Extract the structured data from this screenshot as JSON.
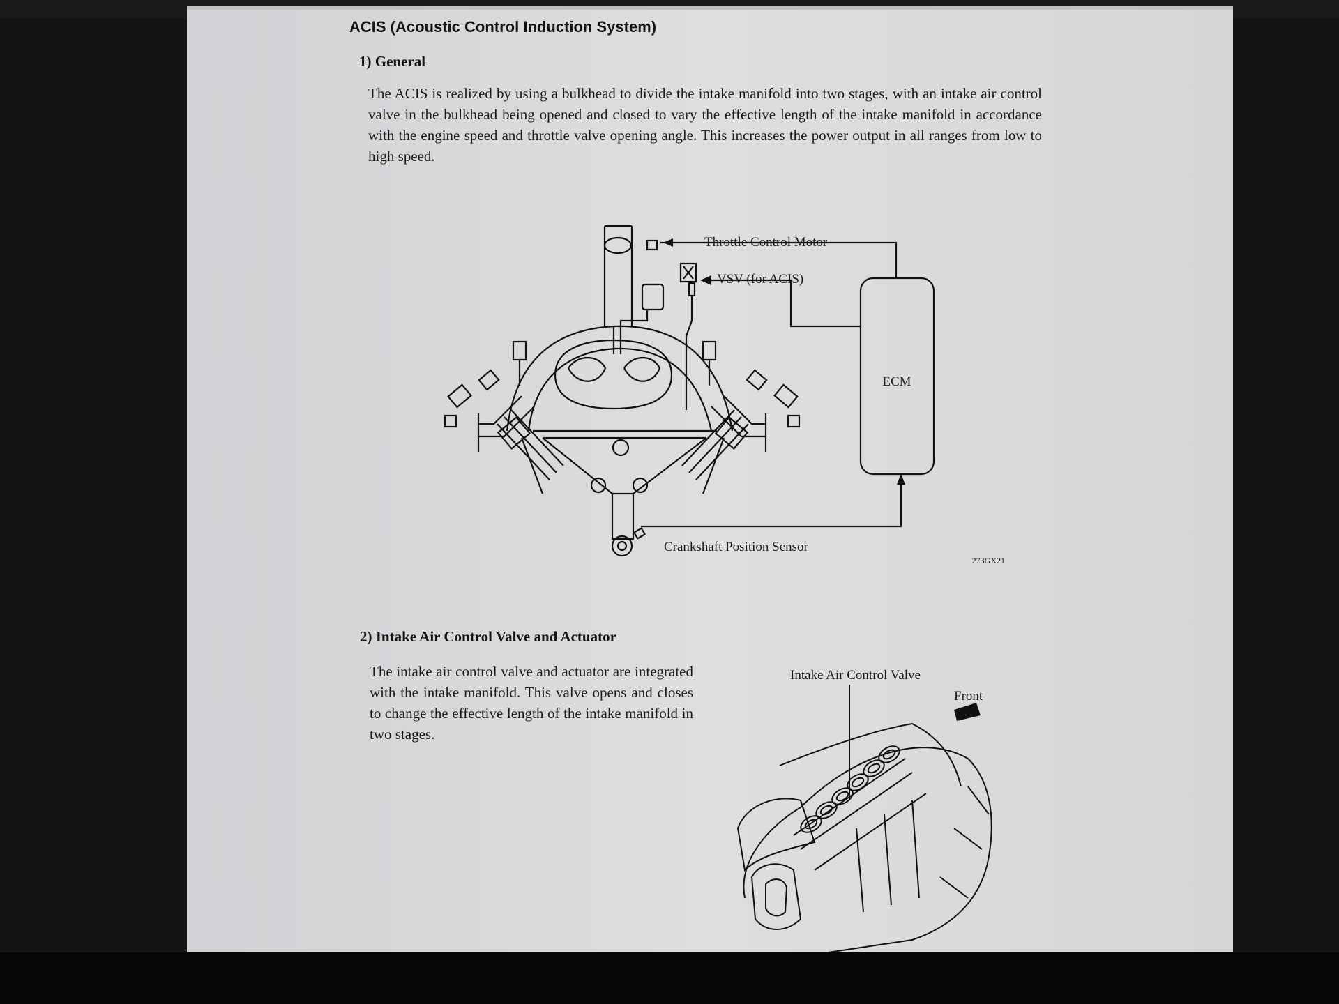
{
  "heading": "ACIS (Acoustic Control Induction System)",
  "section1": {
    "title": "1)  General",
    "body": "The ACIS is realized by using a bulkhead to divide the intake manifold into two stages, with an intake air control valve in the bulkhead being opened and closed to vary the effective length of the intake manifold in accordance with the engine speed and throttle valve opening angle. This increases the power output in all ranges from low to high speed."
  },
  "diagram1": {
    "labels": {
      "throttle": "Throttle Control Motor",
      "vsv": "VSV (for ACIS)",
      "ecm": "ECM",
      "crank": "Crankshaft Position Sensor"
    },
    "figure_code": "273GX21"
  },
  "section2": {
    "title": "2)  Intake Air Control Valve and Actuator",
    "body": "The intake air control valve and actuator are integrated with the intake manifold. This valve opens and closes to change the effective length of the intake manifold in two stages."
  },
  "diagram2": {
    "labels": {
      "valve": "Intake Air Control Valve",
      "front": "Front"
    }
  }
}
